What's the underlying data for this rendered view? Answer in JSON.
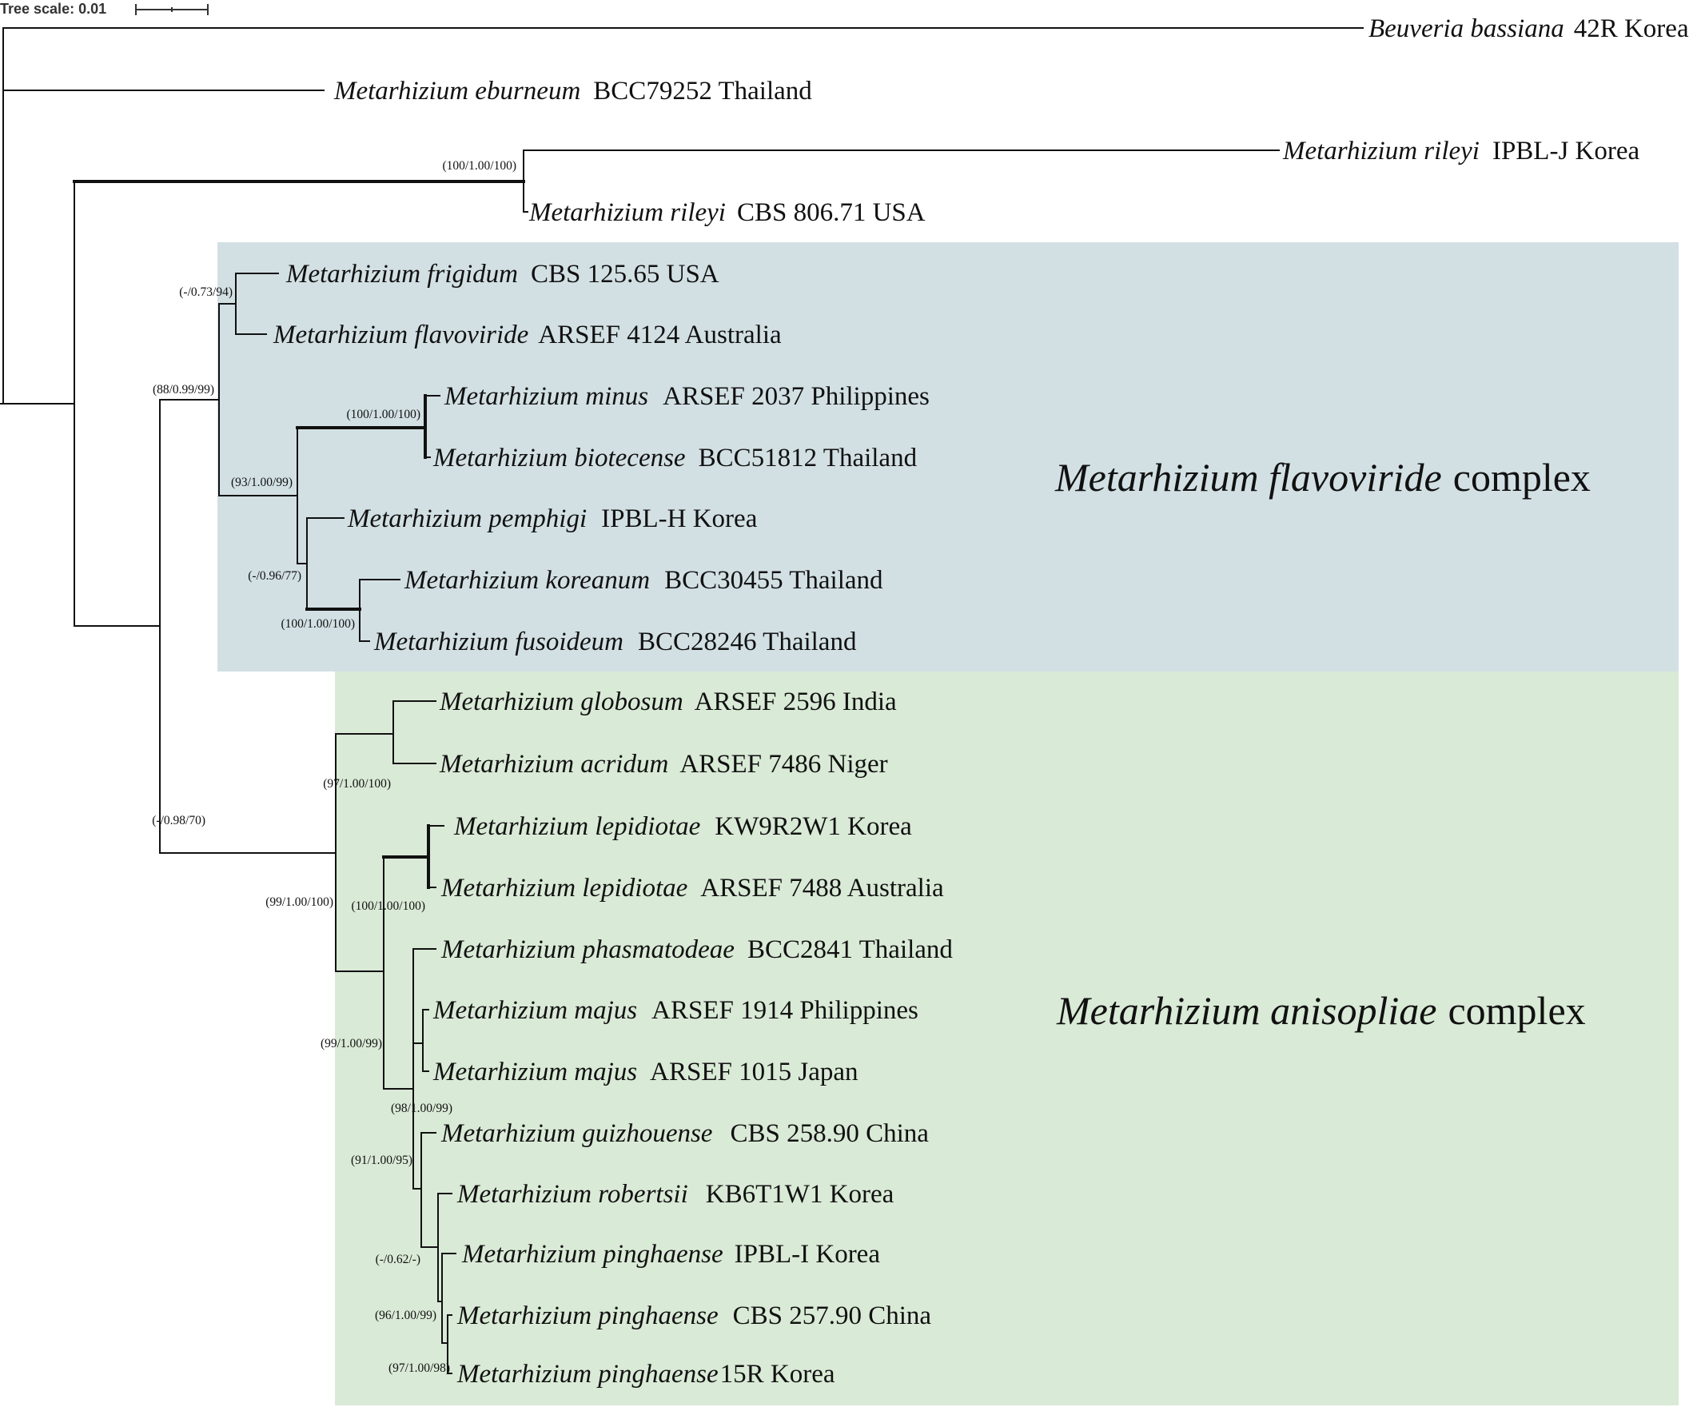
{
  "scale": {
    "label": "Tree scale: 0.01"
  },
  "colors": {
    "flavoviride_bg": "#d2e0e4",
    "anisopliae_bg": "#d9ead6",
    "branch": "#111111"
  },
  "complexes": [
    {
      "id": "flavoviride",
      "species": "Metarhizium flavoviride",
      "suffix": " complex"
    },
    {
      "id": "anisopliae",
      "species": "Metarhizium anisopliae",
      "suffix": " complex"
    }
  ],
  "taxa": [
    {
      "species": "Beuveria bassiana",
      "strain": "42R Korea"
    },
    {
      "species": "Metarhizium eburneum",
      "strain": "BCC79252 Thailand"
    },
    {
      "species": "Metarhizium rileyi",
      "strain": "IPBL-J Korea"
    },
    {
      "species": "Metarhizium rileyi",
      "strain": "CBS 806.71 USA"
    },
    {
      "species": "Metarhizium frigidum",
      "strain": "CBS 125.65 USA"
    },
    {
      "species": "Metarhizium flavoviride",
      "strain": "ARSEF 4124 Australia"
    },
    {
      "species": "Metarhizium minus",
      "strain": "ARSEF 2037 Philippines"
    },
    {
      "species": "Metarhizium biotecense",
      "strain": "BCC51812 Thailand"
    },
    {
      "species": "Metarhizium pemphigi",
      "strain": "IPBL-H Korea"
    },
    {
      "species": "Metarhizium koreanum",
      "strain": "BCC30455 Thailand"
    },
    {
      "species": "Metarhizium fusoideum",
      "strain": "BCC28246 Thailand"
    },
    {
      "species": "Metarhizium globosum",
      "strain": "ARSEF 2596 India"
    },
    {
      "species": "Metarhizium acridum",
      "strain": "ARSEF 7486 Niger"
    },
    {
      "species": "Metarhizium lepidiotae",
      "strain": "KW9R2W1 Korea"
    },
    {
      "species": "Metarhizium lepidiotae",
      "strain": "ARSEF 7488 Australia"
    },
    {
      "species": "Metarhizium phasmatodeae",
      "strain": "BCC2841 Thailand"
    },
    {
      "species": "Metarhizium majus",
      "strain": "ARSEF 1914 Philippines"
    },
    {
      "species": "Metarhizium majus",
      "strain": "ARSEF 1015 Japan"
    },
    {
      "species": "Metarhizium guizhouense",
      "strain": "CBS 258.90 China"
    },
    {
      "species": "Metarhizium robertsii",
      "strain": "KB6T1W1 Korea"
    },
    {
      "species": "Metarhizium pinghaense",
      "strain": "IPBL-I Korea"
    },
    {
      "species": "Metarhizium pinghaense",
      "strain": "CBS 257.90 China"
    },
    {
      "species": "Metarhizium pinghaense",
      "strain": "15R Korea"
    }
  ],
  "supports": [
    "(100/1.00/100)",
    "(-/0.73/94)",
    "(88/0.99/99)",
    "(100/1.00/100)",
    "(93/1.00/99)",
    "(-/0.96/77)",
    "(100/1.00/100)",
    "(97/1.00/100)",
    "(-/0.98/70)",
    "(99/1.00/100)",
    "(100/1.00/100)",
    "(99/1.00/99)",
    "(98/1.00/99)",
    "(91/1.00/95)",
    "(-/0.62/-)",
    "(96/1.00/99)",
    "(97/1.00/98)"
  ]
}
